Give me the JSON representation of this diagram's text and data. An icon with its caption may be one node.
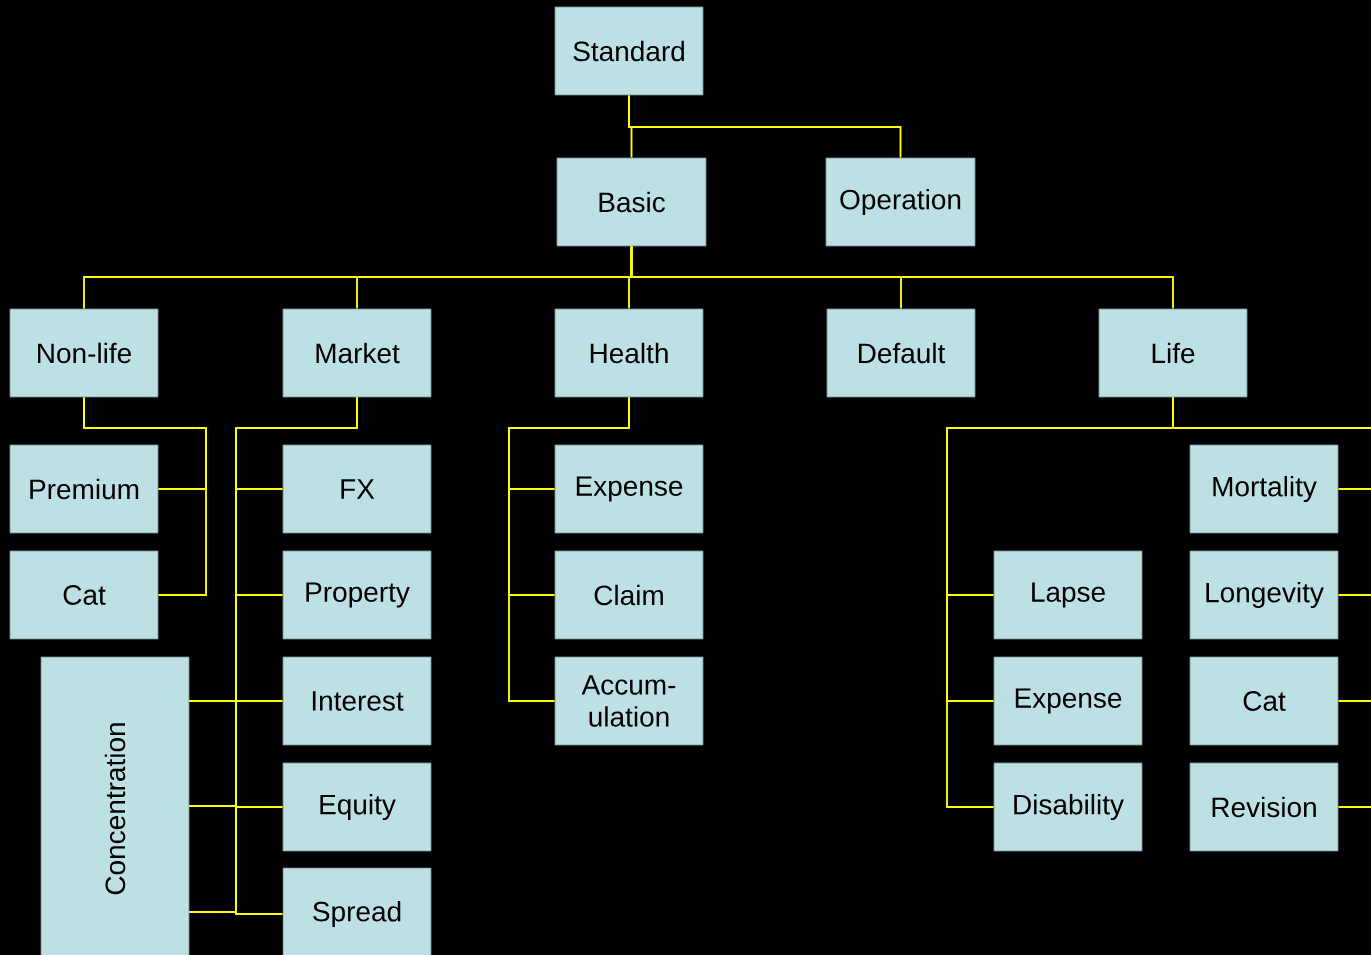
{
  "diagram": {
    "nodes": [
      {
        "text": [
          "Standard"
        ]
      },
      {
        "text": [
          "Basic"
        ]
      },
      {
        "text": [
          "Operation"
        ]
      },
      {
        "text": [
          "Non-life"
        ]
      },
      {
        "text": [
          "Market"
        ]
      },
      {
        "text": [
          "Health"
        ]
      },
      {
        "text": [
          "Default"
        ]
      },
      {
        "text": [
          "Life"
        ]
      },
      {
        "text": [
          "Premium"
        ]
      },
      {
        "text": [
          "Cat"
        ]
      },
      {
        "text": [
          "Concentration"
        ]
      },
      {
        "text": [
          "FX"
        ]
      },
      {
        "text": [
          "Property"
        ]
      },
      {
        "text": [
          "Interest"
        ]
      },
      {
        "text": [
          "Equity"
        ]
      },
      {
        "text": [
          "Spread"
        ]
      },
      {
        "text": [
          "Expense"
        ]
      },
      {
        "text": [
          "Claim"
        ]
      },
      {
        "text": [
          "Accum- ulation"
        ]
      },
      {
        "text": [
          "Lapse"
        ]
      },
      {
        "text": [
          "Expense"
        ]
      },
      {
        "text": [
          "Disability"
        ]
      },
      {
        "text": [
          "Mortality"
        ]
      },
      {
        "text": [
          "Longevity"
        ]
      },
      {
        "text": [
          "Cat"
        ]
      },
      {
        "text": [
          "Revision"
        ]
      }
    ],
    "edges": [
      {
        "from": 0,
        "to": 1,
        "arrow": "none"
      },
      {
        "from": 0,
        "to": 2,
        "arrow": "none"
      },
      {
        "from": 1,
        "to": 3,
        "arrow": "none"
      },
      {
        "from": 1,
        "to": 4,
        "arrow": "none"
      },
      {
        "from": 1,
        "to": 5,
        "arrow": "none"
      },
      {
        "from": 1,
        "to": 6,
        "arrow": "none"
      },
      {
        "from": 1,
        "to": 7,
        "arrow": "none"
      },
      {
        "from": 3,
        "to": 8,
        "arrow": "none"
      },
      {
        "from": 3,
        "to": 9,
        "arrow": "none"
      },
      {
        "from": 4,
        "to": 10,
        "arrow": "none"
      },
      {
        "from": 4,
        "to": 11,
        "arrow": "none"
      },
      {
        "from": 4,
        "to": 12,
        "arrow": "none"
      },
      {
        "from": 4,
        "to": 13,
        "arrow": "none"
      },
      {
        "from": 4,
        "to": 14,
        "arrow": "none"
      },
      {
        "from": 4,
        "to": 15,
        "arrow": "none"
      },
      {
        "from": 5,
        "to": 16,
        "arrow": "none"
      },
      {
        "from": 5,
        "to": 17,
        "arrow": "none"
      },
      {
        "from": 5,
        "to": 18,
        "arrow": "none"
      },
      {
        "from": 7,
        "to": 19,
        "arrow": "none"
      },
      {
        "from": 7,
        "to": 20,
        "arrow": "none"
      },
      {
        "from": 7,
        "to": 21,
        "arrow": "none"
      },
      {
        "from": 7,
        "to": 22,
        "arrow": "none"
      },
      {
        "from": 7,
        "to": 23,
        "arrow": "none"
      },
      {
        "from": 7,
        "to": 24,
        "arrow": "none"
      },
      {
        "from": 7,
        "to": 25,
        "arrow": "none"
      }
    ]
  }
}
